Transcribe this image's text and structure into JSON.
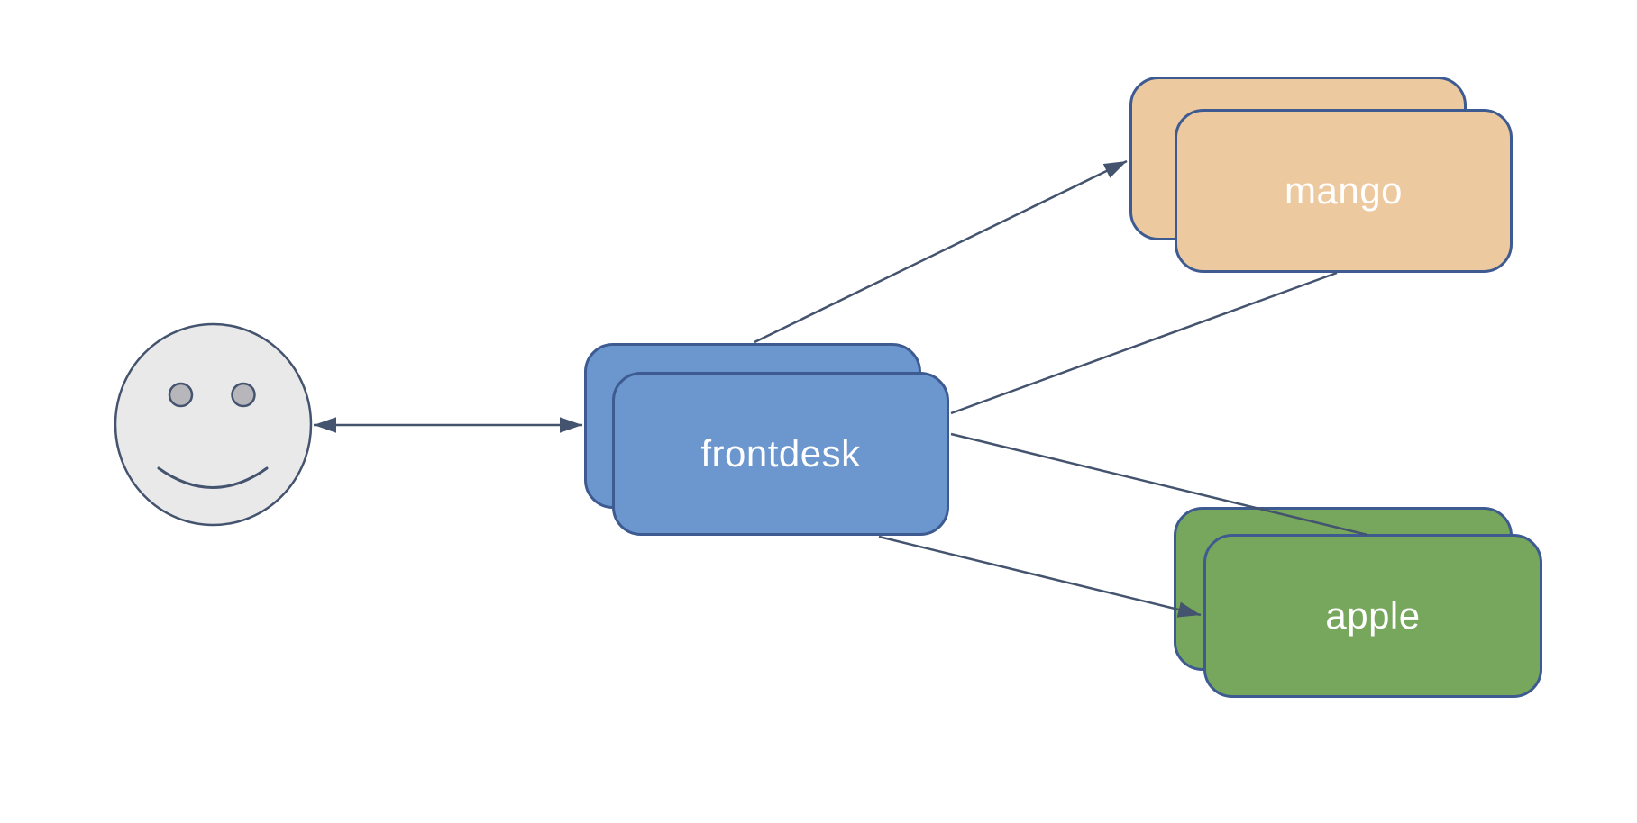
{
  "diagram": {
    "background_color": "#ffffff",
    "edge_color": "#44536e",
    "nodes": {
      "user": {
        "icon": "smiley-face-icon",
        "fill": "#e9e9ea",
        "eye_fill": "#b7b7bb",
        "stroke": "#44536e",
        "instances": 1
      },
      "frontdesk": {
        "label": "frontdesk",
        "fill": "#6b96ce",
        "stroke": "#3d5a91",
        "text_color": "#ffffff",
        "instances": 2
      },
      "mango": {
        "label": "mango",
        "fill": "#edc9a0",
        "stroke": "#3d5a91",
        "text_color": "#ffffff",
        "instances": 2
      },
      "apple": {
        "label": "apple",
        "fill": "#77a75c",
        "stroke": "#3d5a91",
        "text_color": "#ffffff",
        "instances": 2
      }
    },
    "edges": [
      {
        "from": "user",
        "to": "frontdesk",
        "arrows": "both"
      },
      {
        "from": "frontdesk",
        "to": "mango",
        "arrows": "end"
      },
      {
        "from": "mango",
        "to": "frontdesk",
        "arrows": "none"
      },
      {
        "from": "frontdesk",
        "to": "apple",
        "arrows": "end"
      },
      {
        "from": "frontdesk",
        "to": "apple",
        "arrows": "none"
      }
    ]
  }
}
